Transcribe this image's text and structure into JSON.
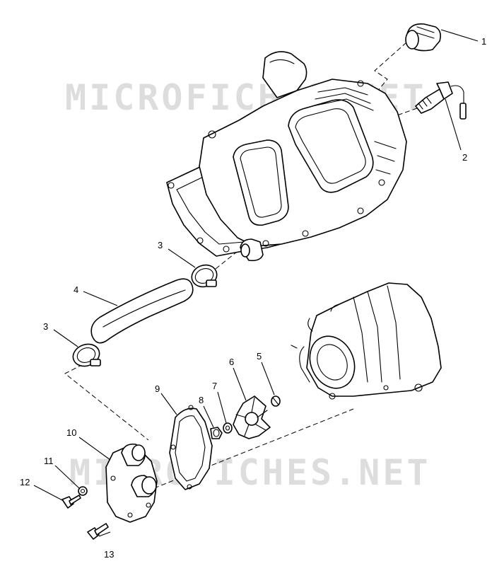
{
  "watermark": {
    "text_top": "MICROFICHES.NET",
    "text_bottom": "MICROFICHES.NET",
    "color": "#d8d8d8"
  },
  "callouts": {
    "c1": "1",
    "c2": "2",
    "c3a": "3",
    "c3b": "3",
    "c4": "4",
    "c5": "5",
    "c6": "6",
    "c7": "7",
    "c8": "8",
    "c9": "9",
    "c10": "10",
    "c11": "11",
    "c12": "12",
    "c13": "13"
  },
  "colors": {
    "line": "#000000",
    "background": "#ffffff"
  }
}
